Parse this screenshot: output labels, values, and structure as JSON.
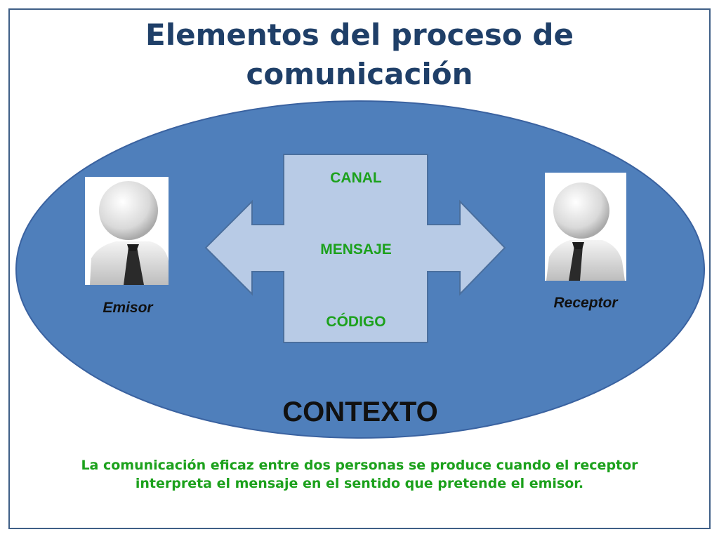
{
  "title": {
    "line1": "Elementos del proceso de",
    "line2": "comunicación"
  },
  "diagram": {
    "canal": "CANAL",
    "mensaje": "MENSAJE",
    "codigo": "CÓDIGO",
    "emisor": "Emisor",
    "receptor": "Receptor",
    "contexto": "CONTEXTO"
  },
  "caption": {
    "line1": "La comunicación eficaz entre dos personas se produce cuando el receptor",
    "line2": "interpreta el mensaje en el sentido que pretende el emisor."
  },
  "colors": {
    "ellipse": "#4f7fbb",
    "arrow": "#b8cbe6",
    "title": "#1f3f68",
    "green": "#1ca11c"
  }
}
